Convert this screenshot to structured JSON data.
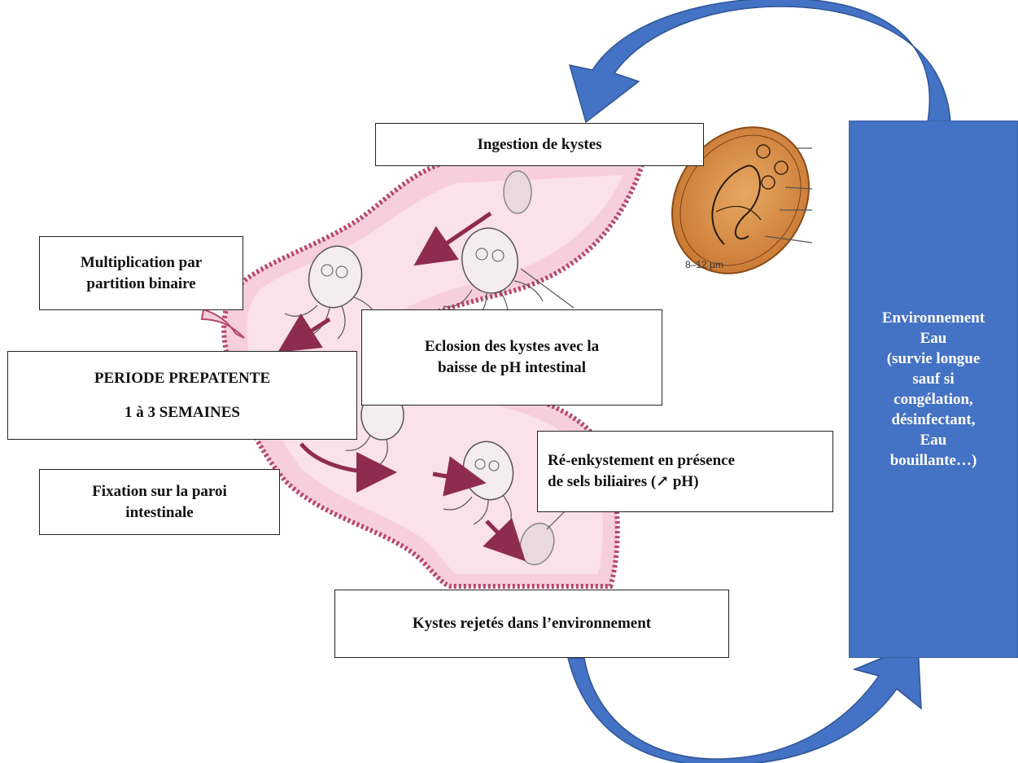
{
  "labels": {
    "ingestion": "Ingestion de kystes",
    "multiplication": "Multiplication par\npartition binaire",
    "prepatent_title": "PERIODE PREPATENTE",
    "prepatent_duration": "1 à 3 SEMAINES",
    "eclosion": "Eclosion des kystes avec la\nbaisse de pH intestinal",
    "reenkystement": "Ré-enkystement en présence\nde sels biliaires (↗ pH)",
    "fixation": "Fixation sur la paroi\nintestinale",
    "rejet": "Kystes rejetés dans l’environnement",
    "environnement": "Environnement\nEau\n(survie longue\nsauf si\ncongélation,\ndésinfectant,\nEau\nbouillante…)",
    "cyst_size": "8–12 µm"
  },
  "colors": {
    "environment_box": "#4472c4",
    "cycle_arrows": "#4472c4",
    "intestine_fill": "#f7cfdc",
    "intestine_wall": "#b8456e",
    "flow_arrows": "#8e2c4f",
    "cyst_fill": "#d9904a"
  }
}
